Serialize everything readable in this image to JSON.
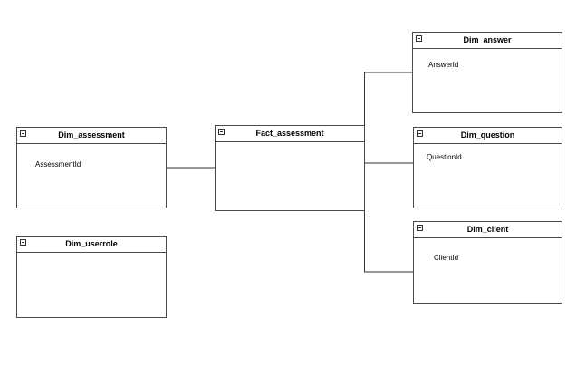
{
  "diagram": {
    "entities": {
      "dim_answer": {
        "title": "Dim_answer",
        "fields": [
          "AnswerId"
        ]
      },
      "dim_assessment": {
        "title": "Dim_assessment",
        "fields": [
          "AssessmentId"
        ]
      },
      "fact_assessment": {
        "title": "Fact_assessment",
        "fields": []
      },
      "dim_question": {
        "title": "Dim_question",
        "fields": [
          "QuestionId"
        ]
      },
      "dim_userrole": {
        "title": "Dim_userrole",
        "fields": []
      },
      "dim_client": {
        "title": "Dim_client",
        "fields": [
          "ClientId"
        ]
      }
    },
    "relationships": [
      {
        "from": "dim_assessment",
        "to": "fact_assessment"
      },
      {
        "from": "fact_assessment",
        "to": "dim_answer"
      },
      {
        "from": "fact_assessment",
        "to": "dim_question"
      },
      {
        "from": "fact_assessment",
        "to": "dim_client"
      }
    ]
  }
}
